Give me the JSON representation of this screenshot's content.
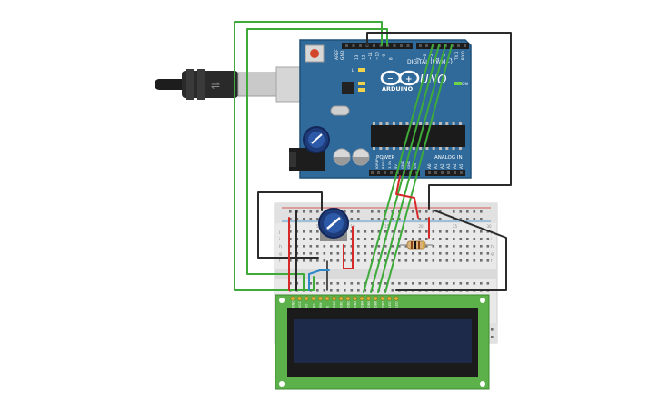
{
  "arduino": {
    "brand": "ARDUINO",
    "model": "UNO",
    "digital_label": "DIGITAL (PWM~)",
    "analog_label": "ANALOG IN",
    "power_label": "POWER",
    "aref": "AREF",
    "gnd": "GND",
    "digital_pins": [
      "13",
      "12",
      "~11",
      "~10",
      "~9",
      "8",
      "7",
      "~6",
      "~5",
      "4",
      "~3",
      "2",
      "TX 1",
      "RX 0"
    ],
    "power_pins": [
      "IOREF",
      "RESET",
      "3.3V",
      "5V",
      "GND",
      "GND",
      "Vin"
    ],
    "analog_pins": [
      "A0",
      "A1",
      "A2",
      "A3",
      "A4",
      "A5"
    ],
    "led_l": "L",
    "led_tx": "TX",
    "led_rx": "RX",
    "led_on": "ON"
  },
  "breadboard": {
    "row_letters": [
      "a",
      "b",
      "c",
      "d",
      "e",
      "f",
      "g",
      "h",
      "i",
      "j"
    ],
    "column_numbers": [
      "1",
      "5",
      "10",
      "15",
      "20",
      "25",
      "30"
    ]
  },
  "lcd": {
    "pins": [
      "GND",
      "VCC",
      "V0",
      "RS",
      "RW",
      "E",
      "DB0",
      "DB1",
      "DB2",
      "DB3",
      "DB4",
      "DB5",
      "DB6",
      "DB7",
      "LED",
      "LED"
    ]
  },
  "colors": {
    "board": "#2f6a9a",
    "wire_green": "#3daa3a",
    "wire_red": "#d62a2a",
    "wire_black": "#2b2b2b",
    "wire_blue": "#2f86c9",
    "lcd_pcb": "#5db14b",
    "lcd_screen": "#1e2a4a"
  }
}
